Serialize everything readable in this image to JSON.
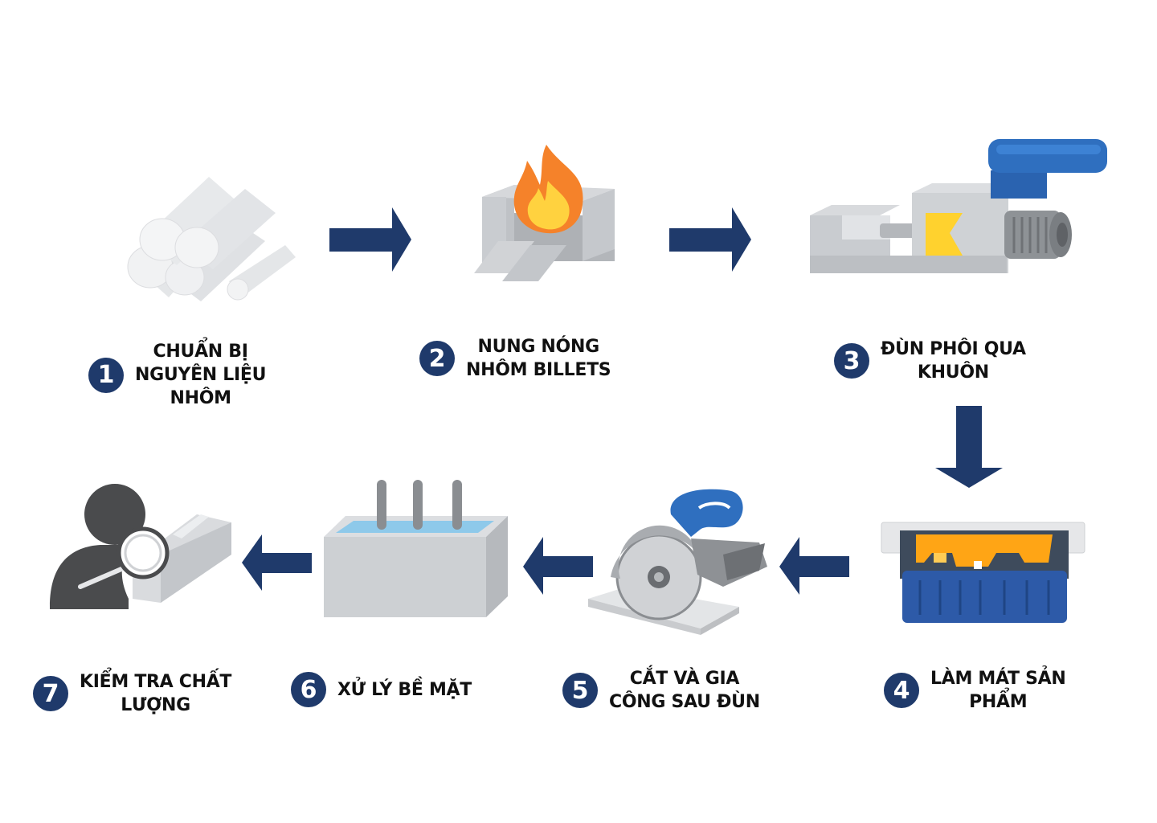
{
  "colors": {
    "arrow": "#1f3a6b",
    "badge": "#1f3a6b",
    "metal": "#c9ccd0",
    "accent_blue": "#2f6fbf",
    "flame_orange": "#f5822a",
    "flame_yellow": "#ffd23f",
    "die_yellow": "#ffd22e",
    "water": "#8ec9ea",
    "person": "#4a4b4d"
  },
  "steps": [
    {
      "number": "1",
      "label": "CHUẨN BỊ\nNGUYÊN LIỆU\nNHÔM",
      "icon": "aluminum-billets-icon"
    },
    {
      "number": "2",
      "label": "NUNG NÓNG\nNHÔM BILLETS",
      "icon": "furnace-flame-icon"
    },
    {
      "number": "3",
      "label": "ĐÙN PHÔI QUA\nKHUÔN",
      "icon": "extrusion-press-icon"
    },
    {
      "number": "4",
      "label": "LÀM MÁT SẢN\nPHẨM",
      "icon": "cooling-table-icon"
    },
    {
      "number": "5",
      "label": "CẮT VÀ GIA\nCÔNG SAU ĐÙN",
      "icon": "circular-saw-icon"
    },
    {
      "number": "6",
      "label": "XỬ LÝ BỀ MẶT",
      "icon": "treatment-tank-icon"
    },
    {
      "number": "7",
      "label": "KIỂM TRA CHẤT\nLƯỢNG",
      "icon": "inspection-magnifier-icon"
    }
  ]
}
